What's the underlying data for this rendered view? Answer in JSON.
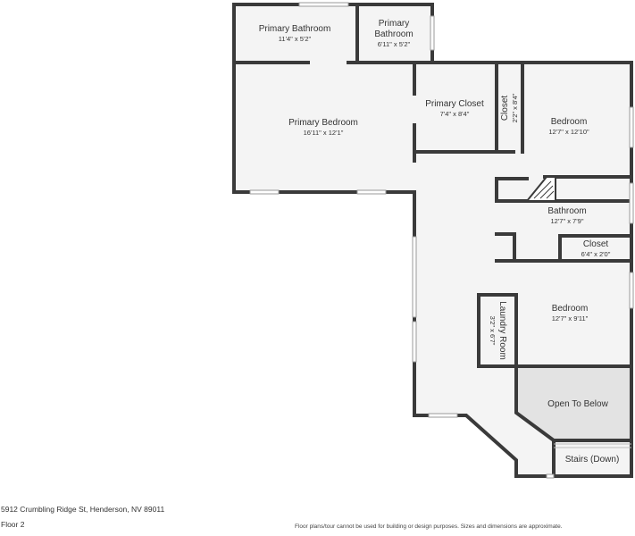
{
  "colors": {
    "wall": "#3a3a3a",
    "floor": "#f4f4f4",
    "open_below": "#e3e3e3",
    "text": "#333333",
    "window": "#c8c8c8"
  },
  "rooms": {
    "primary_bathroom_1": {
      "name": "Primary Bathroom",
      "dims": "11'4\" x 5'2\""
    },
    "primary_bathroom_2": {
      "name_line1": "Primary",
      "name_line2": "Bathroom",
      "dims": "6'11\" x 5'2\""
    },
    "primary_bedroom": {
      "name": "Primary Bedroom",
      "dims": "16'11\" x 12'1\""
    },
    "primary_closet": {
      "name": "Primary Closet",
      "dims": "7'4\" x 8'4\""
    },
    "closet_small": {
      "name": "Closet",
      "dims": "2'2\" x 8'4\""
    },
    "bedroom_top": {
      "name": "Bedroom",
      "dims": "12'7\" x 12'10\""
    },
    "bathroom": {
      "name": "Bathroom",
      "dims": "12'7\" x 7'9\""
    },
    "closet_mid": {
      "name": "Closet",
      "dims": "6'4\" x 2'0\""
    },
    "bedroom_bottom": {
      "name": "Bedroom",
      "dims": "12'7\" x 9'11\""
    },
    "laundry": {
      "name": "Laundry Room",
      "dims": "3'2\" x 6'7\""
    },
    "open_below": {
      "name": "Open To Below"
    },
    "stairs": {
      "name": "Stairs (Down)"
    }
  },
  "footer": {
    "address": "5912 Crumbling Ridge St, Henderson, NV 89011",
    "floor": "Floor 2",
    "disclaimer": "Floor plans/tour cannot be used for building or design purposes. Sizes and dimensions are approximate."
  }
}
